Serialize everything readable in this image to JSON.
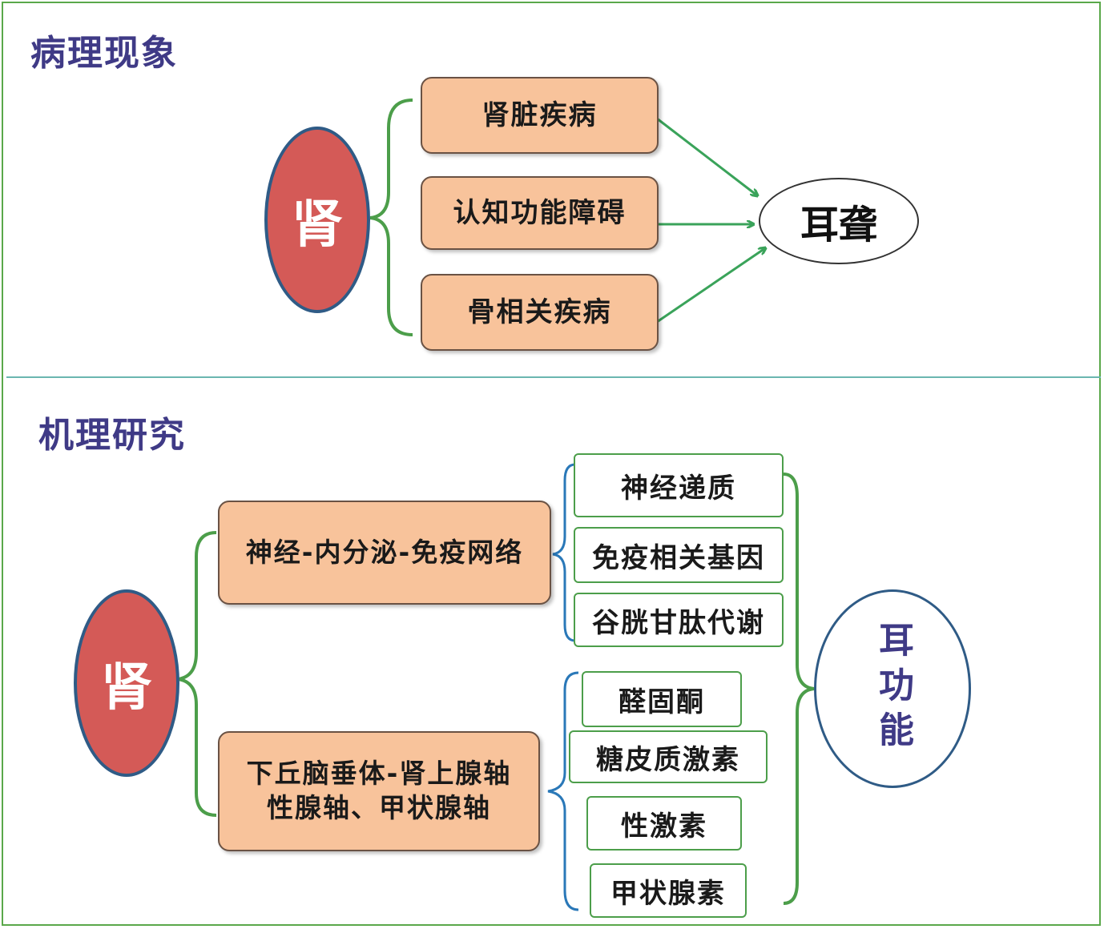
{
  "pathology": {
    "title": "病理现象",
    "kidney_label": "肾",
    "conditions": [
      "肾脏疾病",
      "认知功能障碍",
      "骨相关疾病"
    ],
    "outcome": "耳聋"
  },
  "mechanism": {
    "title": "机理研究",
    "kidney_label": "肾",
    "network": {
      "label": "神经-内分泌-免疫网络",
      "items": [
        "神经递质",
        "免疫相关基因",
        "谷胱甘肽代谢"
      ]
    },
    "axis": {
      "line1": "下丘脑垂体-肾上腺轴",
      "line2": "性腺轴、甲状腺轴",
      "items": [
        "醛固酮",
        "糖皮质激素",
        "性激素",
        "甲状腺素"
      ]
    },
    "outcome": "耳功能"
  },
  "colors": {
    "title": "#3f3a86",
    "kidney_fill": "#d45a57",
    "box_fill": "#f8c39b",
    "bracket_green": "#4c9e4a",
    "bracket_blue": "#2a78b8",
    "arrow_green": "#3aa35a"
  }
}
